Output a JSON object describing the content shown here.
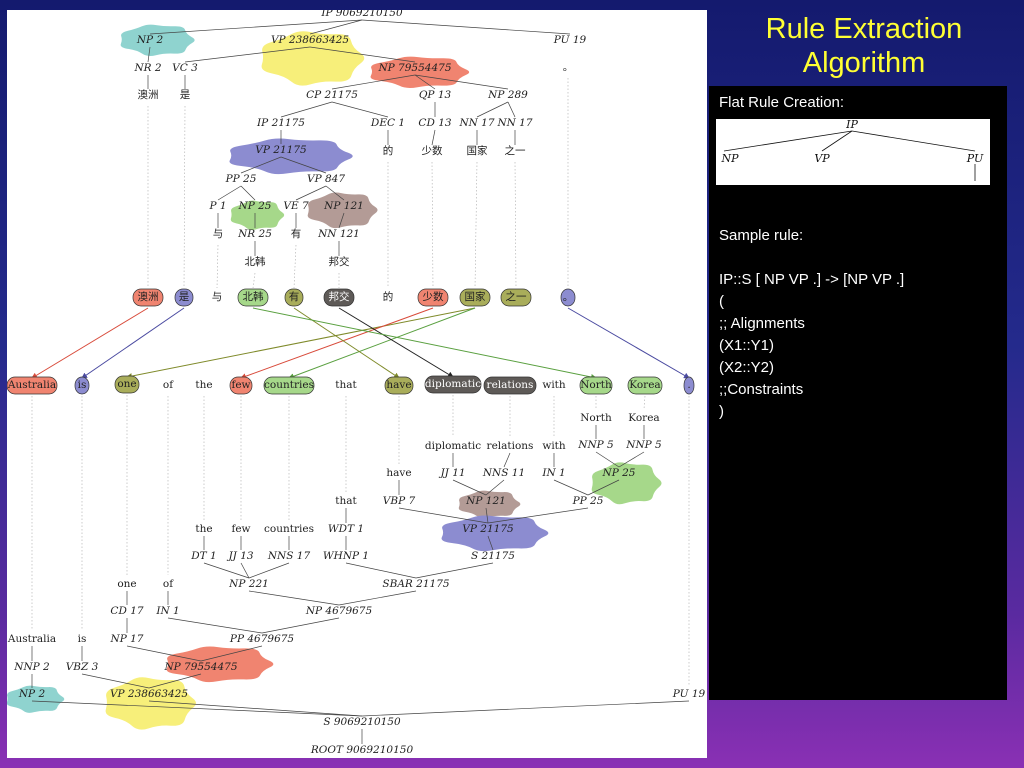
{
  "slide": {
    "title_line1": "Rule Extraction",
    "title_line2": "Algorithm"
  },
  "rule_panel": {
    "flat_rule_label": "Flat Rule Creation:",
    "flat_rule_tree": {
      "root": "IP",
      "children": [
        "NP",
        "VP",
        "PU"
      ]
    },
    "sample_rule_label": "Sample rule:",
    "rule_lines": [
      "IP::S [ NP VP .] -> [NP VP .]",
      "(",
      ";; Alignments",
      "(X1::Y1)",
      "(X2::Y2)",
      ";;Constraints",
      ")"
    ]
  },
  "colors": {
    "teal": "#8fd3cf",
    "yellow": "#f7ef7a",
    "salmon": "#f08470",
    "blue": "#8c8cd0",
    "green": "#a6d88a",
    "brown": "#b39b96",
    "olive": "#a9ad5a",
    "dark": "#5e5a57",
    "title": "#ffff33"
  },
  "tree": {
    "nodes": [
      {
        "id": "ip",
        "text": "IP 9069210150"
      },
      {
        "id": "np2_top",
        "text": "NP 2"
      },
      {
        "id": "vp238_top",
        "text": "VP 238663425"
      },
      {
        "id": "pu19_top",
        "text": "PU 19"
      },
      {
        "id": "nr2",
        "text": "NR 2"
      },
      {
        "id": "vc3",
        "text": "VC 3"
      },
      {
        "id": "np7955_top",
        "text": "NP 79554475"
      },
      {
        "id": "zh_aozhou",
        "text": "澳洲"
      },
      {
        "id": "zh_shi",
        "text": "是"
      },
      {
        "id": "cp21175",
        "text": "CP 21175"
      },
      {
        "id": "qp13",
        "text": "QP 13"
      },
      {
        "id": "np289",
        "text": "NP 289"
      },
      {
        "id": "ip21175",
        "text": "IP 21175"
      },
      {
        "id": "dec1",
        "text": "DEC 1"
      },
      {
        "id": "cd13",
        "text": "CD 13"
      },
      {
        "id": "nn17a",
        "text": "NN 17"
      },
      {
        "id": "nn17b",
        "text": "NN 17"
      },
      {
        "id": "vp21175_top",
        "text": "VP 21175"
      },
      {
        "id": "zh_de",
        "text": "的"
      },
      {
        "id": "zh_shaoshu",
        "text": "少数"
      },
      {
        "id": "zh_guojia",
        "text": "国家"
      },
      {
        "id": "zh_zhiyi",
        "text": "之一"
      },
      {
        "id": "pp25_top",
        "text": "PP 25"
      },
      {
        "id": "vp847",
        "text": "VP 847"
      },
      {
        "id": "p1",
        "text": "P 1"
      },
      {
        "id": "np25_top",
        "text": "NP 25"
      },
      {
        "id": "ve7",
        "text": "VE 7"
      },
      {
        "id": "np121_top",
        "text": "NP 121"
      },
      {
        "id": "zh_yu",
        "text": "与"
      },
      {
        "id": "nr25",
        "text": "NR 25"
      },
      {
        "id": "zh_you",
        "text": "有"
      },
      {
        "id": "nn121",
        "text": "NN 121"
      },
      {
        "id": "zh_beihan",
        "text": "北韩"
      },
      {
        "id": "zh_bangjiao",
        "text": "邦交"
      },
      {
        "id": "mid_aozhou",
        "text": "澳洲"
      },
      {
        "id": "mid_shi",
        "text": "是"
      },
      {
        "id": "mid_yu",
        "text": "与"
      },
      {
        "id": "mid_beihan",
        "text": "北韩"
      },
      {
        "id": "mid_you",
        "text": "有"
      },
      {
        "id": "mid_bangjiao",
        "text": "邦交"
      },
      {
        "id": "mid_de",
        "text": "的"
      },
      {
        "id": "mid_shaoshu",
        "text": "少数"
      },
      {
        "id": "mid_guojia",
        "text": "国家"
      },
      {
        "id": "mid_zhiyi",
        "text": "之一"
      },
      {
        "id": "mid_period",
        "text": "。"
      },
      {
        "id": "top_period",
        "text": "。"
      },
      {
        "id": "en_australia",
        "text": "Australia"
      },
      {
        "id": "en_is",
        "text": "is"
      },
      {
        "id": "en_one",
        "text": "one"
      },
      {
        "id": "en_of",
        "text": "of"
      },
      {
        "id": "en_the",
        "text": "the"
      },
      {
        "id": "en_few",
        "text": "few"
      },
      {
        "id": "en_countries",
        "text": "countries"
      },
      {
        "id": "en_that",
        "text": "that"
      },
      {
        "id": "en_have",
        "text": "have"
      },
      {
        "id": "en_diplomatic",
        "text": "diplomatic"
      },
      {
        "id": "en_relations",
        "text": "relations"
      },
      {
        "id": "en_with",
        "text": "with"
      },
      {
        "id": "en_north",
        "text": "North"
      },
      {
        "id": "en_korea",
        "text": "Korea"
      },
      {
        "id": "en_period",
        "text": "."
      },
      {
        "id": "w_north",
        "text": "North"
      },
      {
        "id": "w_korea",
        "text": "Korea"
      },
      {
        "id": "nnp5a",
        "text": "NNP 5"
      },
      {
        "id": "nnp5b",
        "text": "NNP 5"
      },
      {
        "id": "w_diplomatic",
        "text": "diplomatic"
      },
      {
        "id": "w_relations",
        "text": "relations"
      },
      {
        "id": "w_with",
        "text": "with"
      },
      {
        "id": "jj11",
        "text": "JJ 11"
      },
      {
        "id": "nns11",
        "text": "NNS 11"
      },
      {
        "id": "in1a",
        "text": "IN 1"
      },
      {
        "id": "w_have",
        "text": "have"
      },
      {
        "id": "np25_bot",
        "text": "NP 25"
      },
      {
        "id": "np121_bot",
        "text": "NP 121"
      },
      {
        "id": "vbp7",
        "text": "VBP 7"
      },
      {
        "id": "pp25_bot",
        "text": "PP 25"
      },
      {
        "id": "w_that",
        "text": "that"
      },
      {
        "id": "vp21175_bot",
        "text": "VP 21175"
      },
      {
        "id": "w_the",
        "text": "the"
      },
      {
        "id": "w_few",
        "text": "few"
      },
      {
        "id": "w_countries",
        "text": "countries"
      },
      {
        "id": "wdt1",
        "text": "WDT 1"
      },
      {
        "id": "dt1",
        "text": "DT 1"
      },
      {
        "id": "jj13",
        "text": "JJ 13"
      },
      {
        "id": "nns17",
        "text": "NNS 17"
      },
      {
        "id": "whnp1",
        "text": "WHNP 1"
      },
      {
        "id": "s21175",
        "text": "S 21175"
      },
      {
        "id": "np221",
        "text": "NP 221"
      },
      {
        "id": "sbar21175",
        "text": "SBAR 21175"
      },
      {
        "id": "w_one",
        "text": "one"
      },
      {
        "id": "w_of",
        "text": "of"
      },
      {
        "id": "cd17",
        "text": "CD 17"
      },
      {
        "id": "in1b",
        "text": "IN 1"
      },
      {
        "id": "np4679675",
        "text": "NP 4679675"
      },
      {
        "id": "np17",
        "text": "NP 17"
      },
      {
        "id": "pp4679675",
        "text": "PP 4679675"
      },
      {
        "id": "w_australia",
        "text": "Australia"
      },
      {
        "id": "w_is",
        "text": "is"
      },
      {
        "id": "nnp2",
        "text": "NNP 2"
      },
      {
        "id": "vbz3",
        "text": "VBZ 3"
      },
      {
        "id": "np7955_bot",
        "text": "NP 79554475"
      },
      {
        "id": "np2_bot",
        "text": "NP 2"
      },
      {
        "id": "vp238_bot",
        "text": "VP 238663425"
      },
      {
        "id": "pu19_bot",
        "text": "PU 19"
      },
      {
        "id": "s9069",
        "text": "S 9069210150"
      },
      {
        "id": "root",
        "text": "ROOT 9069210150"
      }
    ]
  }
}
